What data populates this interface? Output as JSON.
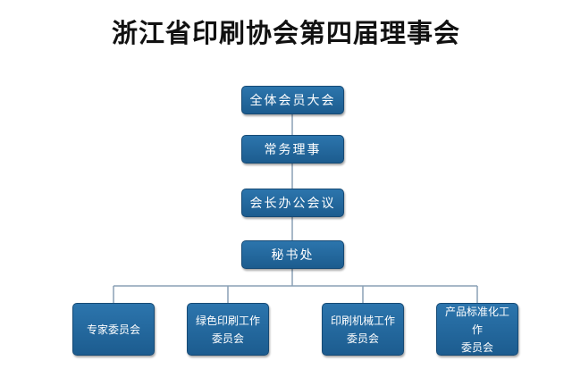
{
  "title": "浙江省印刷协会第四届理事会",
  "colors": {
    "node_fill": "#2c75ad",
    "node_border": "#164a75",
    "connector": "#8aa0b6"
  },
  "hierarchy": [
    {
      "id": "general-assembly",
      "label": "全体会员大会"
    },
    {
      "id": "standing-council",
      "label": "常务理事"
    },
    {
      "id": "president-office-meeting",
      "label": "会长办公会议"
    },
    {
      "id": "secretariat",
      "label": "秘书处"
    }
  ],
  "committees": [
    {
      "id": "expert-committee",
      "lines": [
        "专家委员会"
      ]
    },
    {
      "id": "green-printing-committee",
      "lines": [
        "绿色印刷工作",
        "委员会"
      ]
    },
    {
      "id": "printing-machinery-committee",
      "lines": [
        "印刷机械工作",
        "委员会"
      ]
    },
    {
      "id": "product-standardization-committee",
      "lines": [
        "产品标准化工作",
        "委员会"
      ]
    }
  ]
}
